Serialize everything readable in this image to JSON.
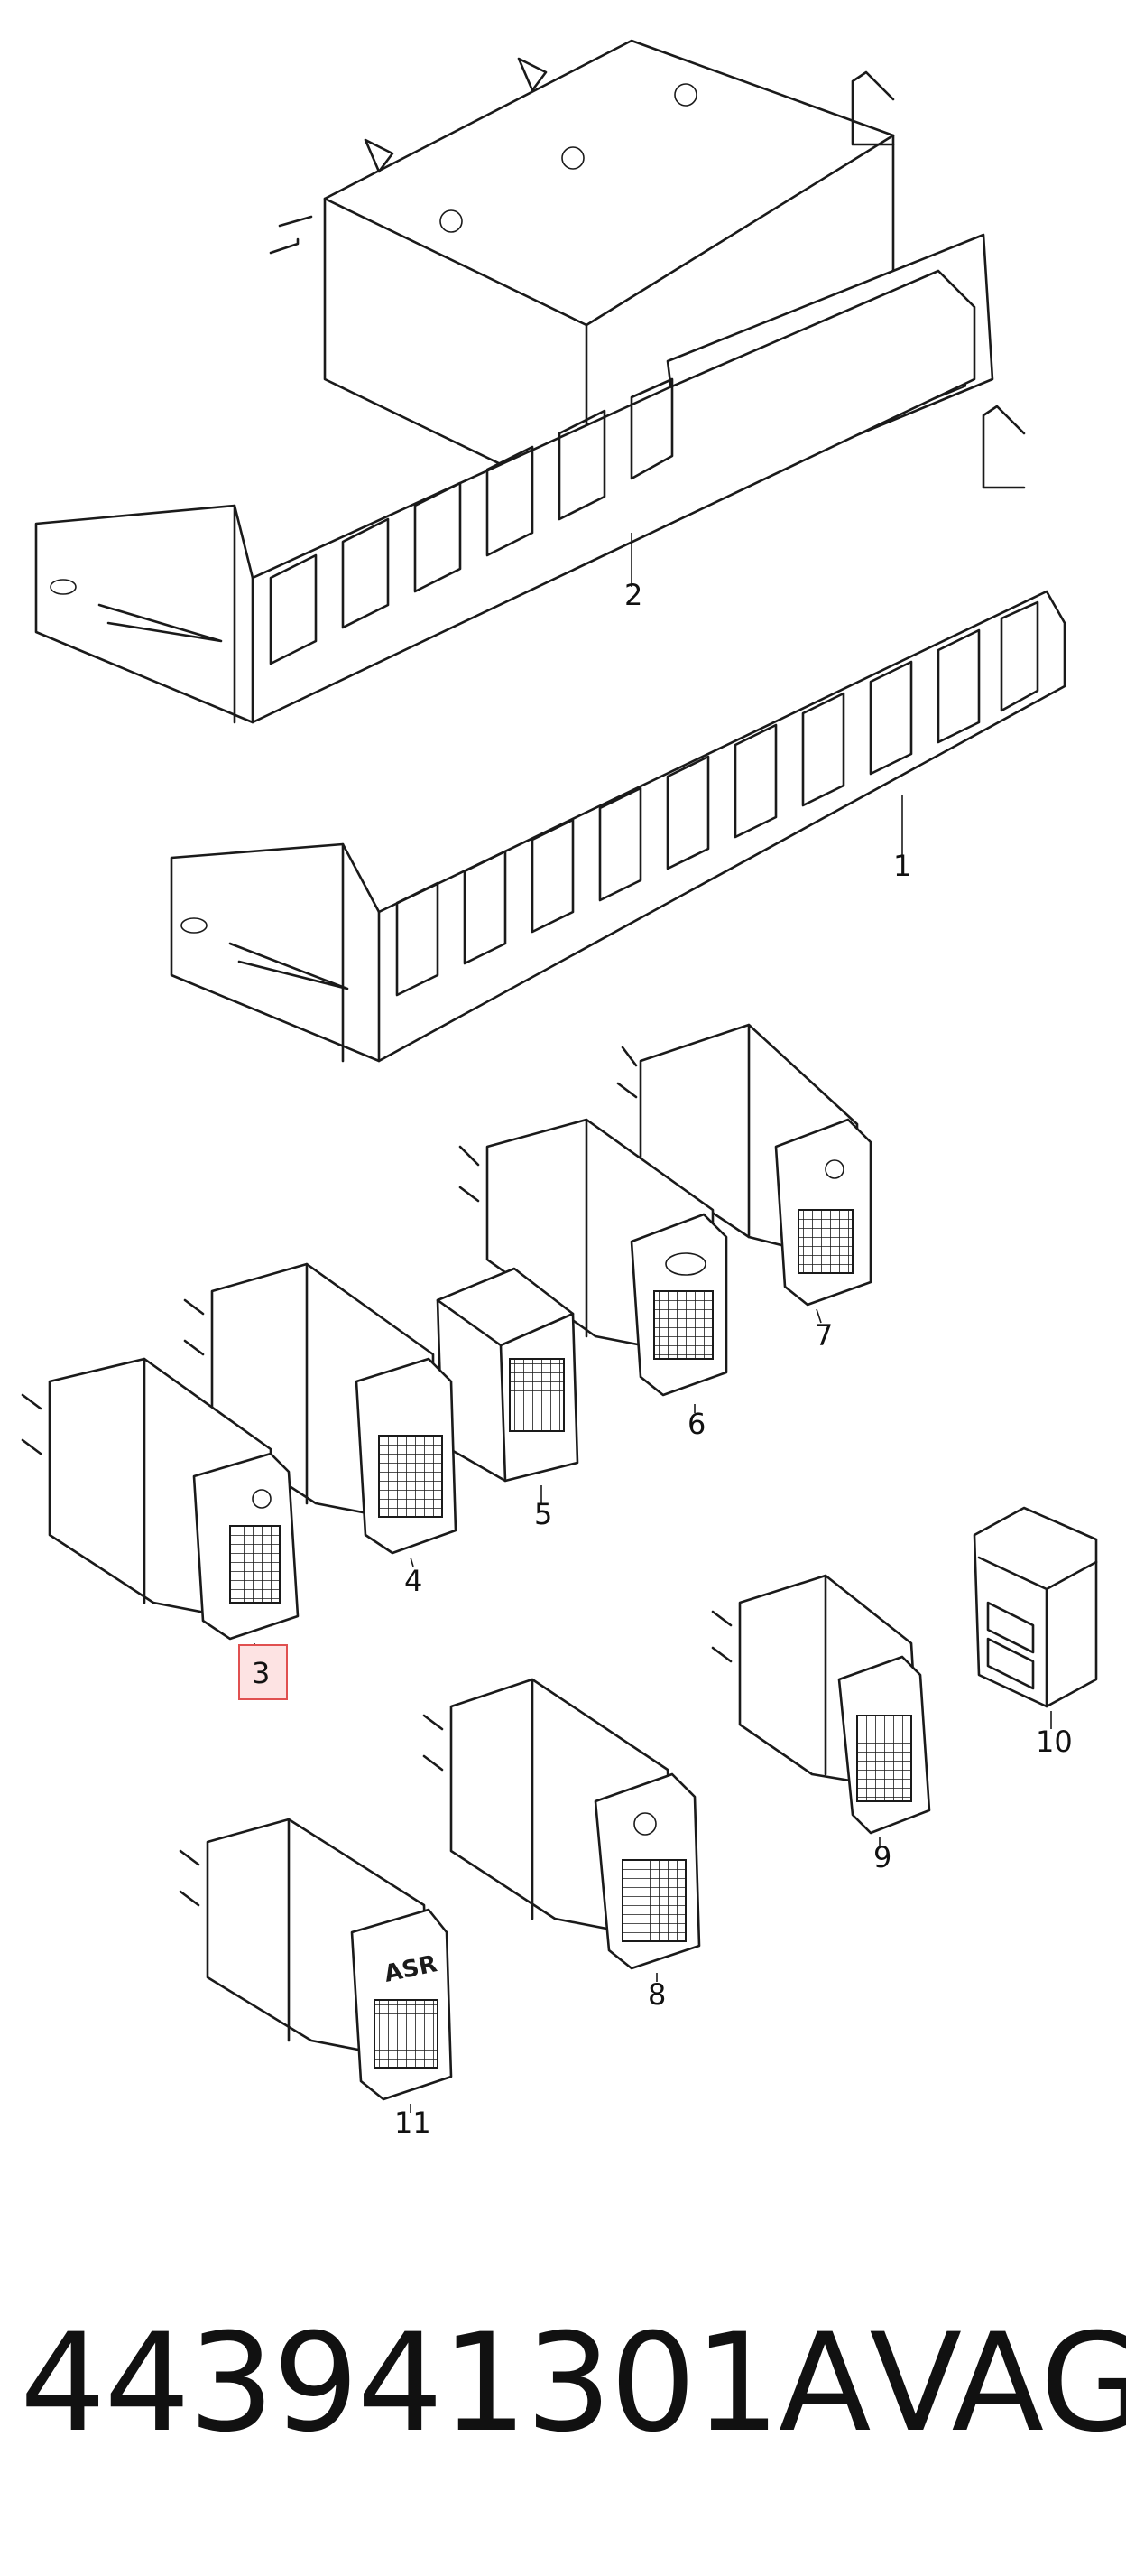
{
  "callouts": {
    "c1": "1",
    "c2": "2",
    "c3": "3",
    "c4": "4",
    "c5": "5",
    "c6": "6",
    "c7": "7",
    "c8": "8",
    "c9": "9",
    "c10": "10",
    "c11": "11"
  },
  "highlighted_callout": "3",
  "switch_11_label": "ASR",
  "footer": {
    "part_number": "443941301A",
    "brand": "VAG"
  },
  "colors": {
    "ink": "#1a1a1a",
    "highlight_border": "#e05050",
    "highlight_fill": "#fde3e3",
    "background": "#ffffff"
  }
}
